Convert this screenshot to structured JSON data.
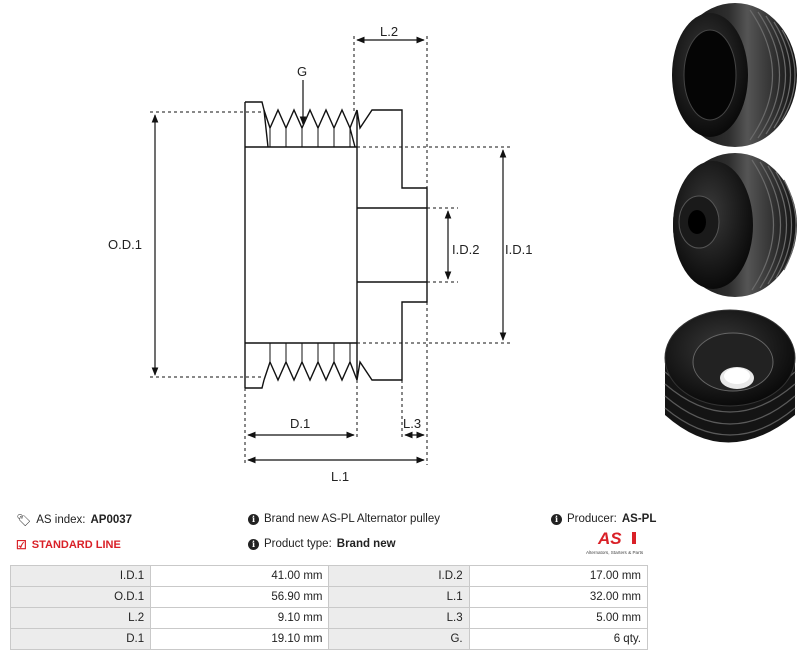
{
  "drawing": {
    "labels": {
      "g": "G",
      "l2": "L.2",
      "od1": "O.D.1",
      "id2": "I.D.2",
      "id1": "I.D.1",
      "d1": "D.1",
      "l3": "L.3",
      "l1": "L.1"
    }
  },
  "info": {
    "as_index_label": "AS index:",
    "as_index_value": "AP0037",
    "standard_line": "STANDARD LINE",
    "description": "Brand new AS-PL Alternator pulley",
    "product_type_label": "Product type:",
    "product_type_value": "Brand new",
    "producer_label": "Producer:",
    "producer_value": "AS-PL",
    "logo_text": "AS",
    "logo_tagline": "Alternators, Starters & Parts"
  },
  "specs": [
    {
      "label1": "I.D.1",
      "value1": "41.00 mm",
      "label2": "I.D.2",
      "value2": "17.00 mm"
    },
    {
      "label1": "O.D.1",
      "value1": "56.90 mm",
      "label2": "L.1",
      "value2": "32.00 mm"
    },
    {
      "label1": "L.2",
      "value1": "9.10 mm",
      "label2": "L.3",
      "value2": "5.00 mm"
    },
    {
      "label1": "D.1",
      "value1": "19.10 mm",
      "label2": "G.",
      "value2": "6 qty."
    }
  ],
  "colors": {
    "accent": "#d92027",
    "label_bg": "#ececec",
    "border": "#c9c9c9"
  },
  "icons": [
    "tags-icon",
    "check-square-icon",
    "info-icon"
  ]
}
